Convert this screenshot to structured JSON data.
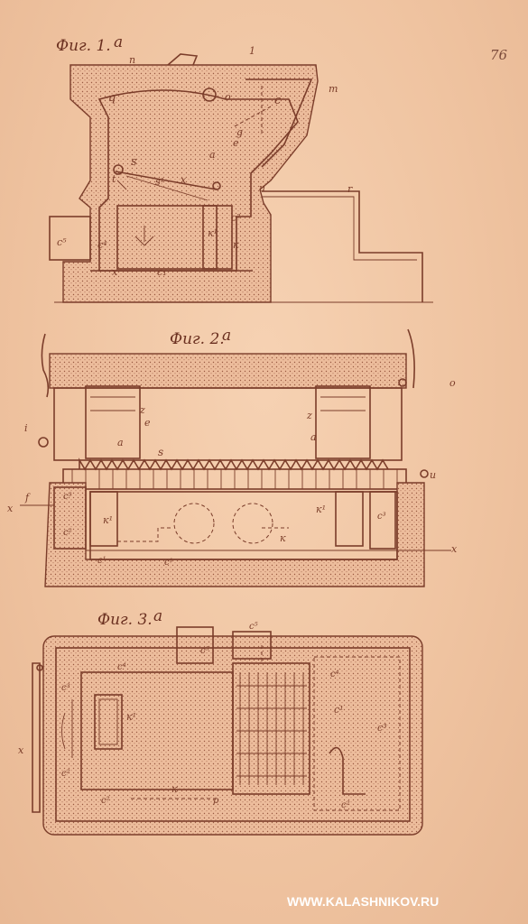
{
  "page_number": "76",
  "figures": [
    {
      "title": "Фиг. 1.",
      "mark": "а"
    },
    {
      "title": "Фиг. 2.",
      "mark": "а"
    },
    {
      "title": "Фиг. 3.",
      "mark": "а"
    }
  ],
  "fig1_labels": [
    "n",
    "1",
    "q",
    "o",
    "c",
    "m",
    "g",
    "e",
    "a",
    "s",
    "s¹",
    "x",
    "t",
    "u",
    "r",
    "c²",
    "c⁵",
    "c⁴",
    "к¹",
    "к",
    "x",
    "c₁"
  ],
  "fig2_labels": [
    "o",
    "i",
    "z",
    "e",
    "a",
    "z",
    "a",
    "s",
    "u",
    "f",
    "c³",
    "c²",
    "c¹",
    "c¹",
    "к¹",
    "к",
    "к¹",
    "c³",
    "x",
    "x"
  ],
  "fig3_labels": [
    "c⁵",
    "c⁵",
    "c⁴",
    "c⁴",
    "c³",
    "к¹",
    "c¹",
    "c³",
    "c²",
    "к",
    "p",
    "c²",
    "c²",
    "x"
  ],
  "watermark": "WWW.KALASHNIKOV.RU"
}
